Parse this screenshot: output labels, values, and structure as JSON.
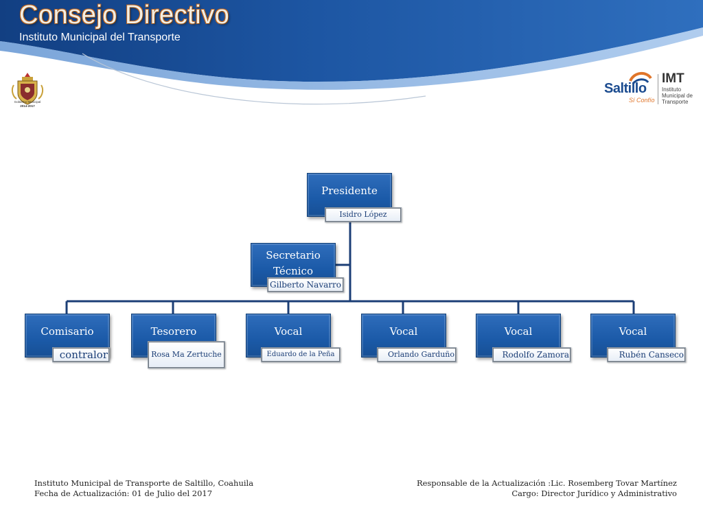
{
  "header": {
    "title": "Consejo Directivo",
    "subtitle": "Instituto Municipal del Transporte",
    "colors": {
      "band_dark": "#123f82",
      "band_mid": "#2f6fbe",
      "title_outline": "#c0651d"
    }
  },
  "logos": {
    "left": {
      "icon": "coat-of-arms-icon",
      "caption_line1": "Gobierno Municipal",
      "caption_line2": "2014-2017"
    },
    "right": {
      "icon": "imt-saltillo-logo",
      "word1": "Saltillo",
      "word2": "Sí Confío",
      "acronym": "IMT",
      "line1": "Instituto",
      "line2": "Municipal de",
      "line3": "Transporte"
    }
  },
  "org": {
    "colors": {
      "box": "#1f5fae",
      "connector": "#1b3e76",
      "tag_text": "#1b3e76"
    },
    "president": {
      "role": "Presidente",
      "name": "Isidro López"
    },
    "secretary": {
      "role_line1": "Secretario",
      "role_line2": "Técnico",
      "name": "Gilberto Navarro"
    },
    "members": [
      {
        "role": "Comisario",
        "name": "contralor"
      },
      {
        "role": "Tesorero",
        "name": "Rosa Ma Zertuche"
      },
      {
        "role": "Vocal",
        "name": "Eduardo de la Peña"
      },
      {
        "role": "Vocal",
        "name": "Orlando Garduño"
      },
      {
        "role": "Vocal",
        "name": "Rodolfo Zamora"
      },
      {
        "role": "Vocal",
        "name": "Rubén Canseco"
      }
    ]
  },
  "footer": {
    "left_line1": "Instituto Municipal de Transporte de Saltillo, Coahuila",
    "left_line2": "Fecha de Actualización: 01 de Julio del 2017",
    "right_line1": "Responsable de la Actualización :Lic. Rosemberg Tovar Martínez",
    "right_line2": "Cargo: Director Jurídico y Administrativo"
  }
}
